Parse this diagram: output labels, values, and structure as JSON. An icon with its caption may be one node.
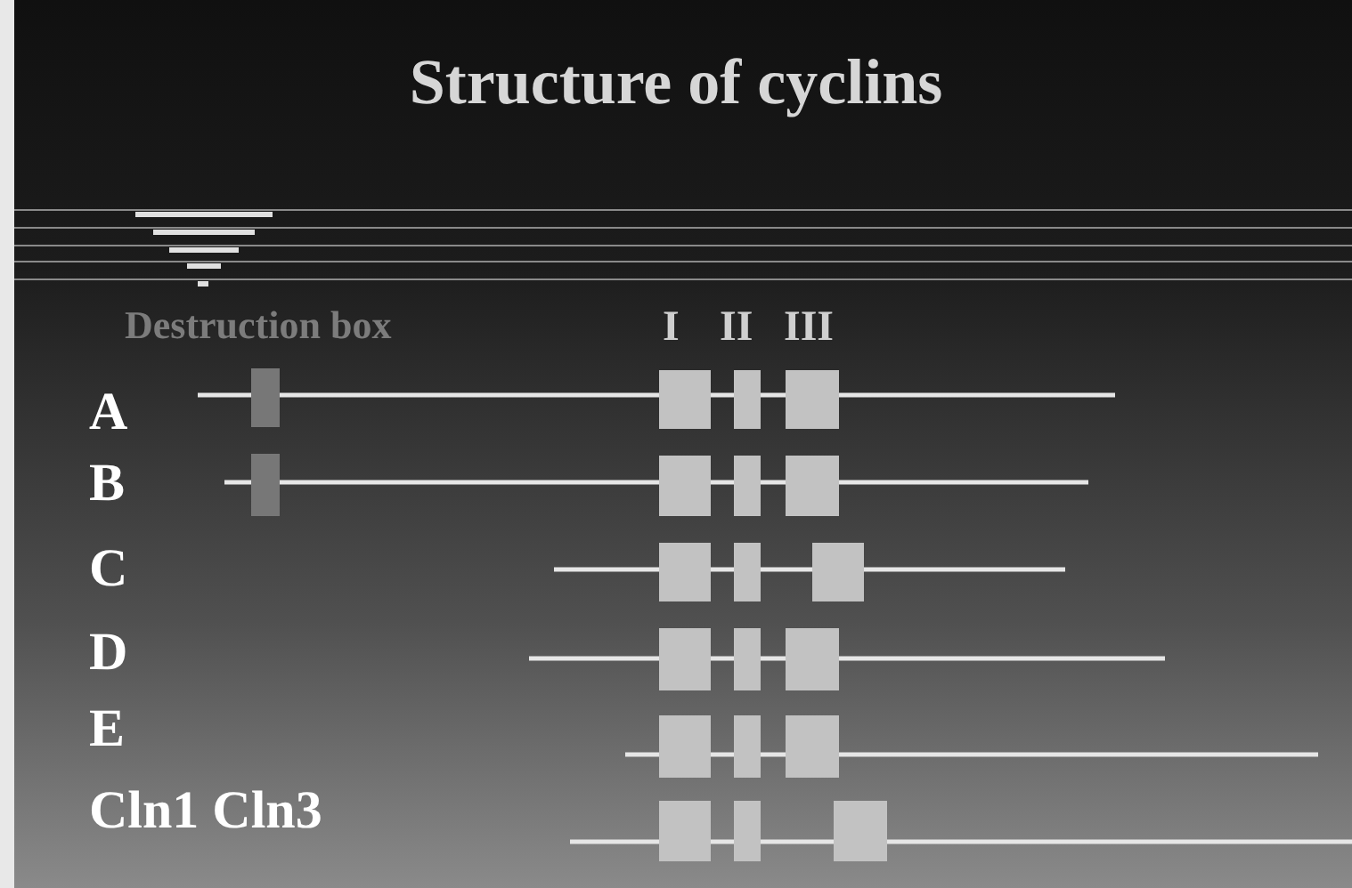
{
  "diagram": {
    "title": "Structure of cyclins",
    "labels": [
      "Destruction box",
      "I",
      "II",
      "III",
      "A",
      "B",
      "C",
      "D",
      "E",
      "Cln1 Cln3"
    ]
  }
}
